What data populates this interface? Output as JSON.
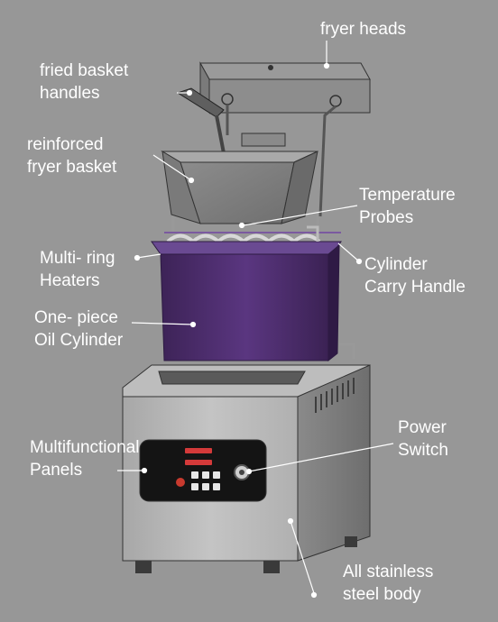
{
  "labels": {
    "fryer_heads": "fryer heads",
    "basket_handles": [
      "fried basket",
      "handles"
    ],
    "fryer_basket": [
      "reinforced",
      "fryer basket"
    ],
    "temperature_probes": [
      "Temperature",
      "Probes"
    ],
    "ring_heaters": [
      "Multi- ring",
      "Heaters"
    ],
    "carry_handle": [
      "Cylinder",
      "Carry Handle"
    ],
    "oil_cylinder": [
      "One- piece",
      "Oil Cylinder"
    ],
    "panels": [
      "Multifunctional",
      "Panels"
    ],
    "power_switch": [
      "Power",
      "Switch"
    ],
    "body": [
      "All stainless",
      "steel body"
    ]
  },
  "colors": {
    "background": "#979797",
    "cylinder": "#4a2a66",
    "steel": "#b4b4b4",
    "panel": "#111111",
    "text": "#ffffff"
  }
}
